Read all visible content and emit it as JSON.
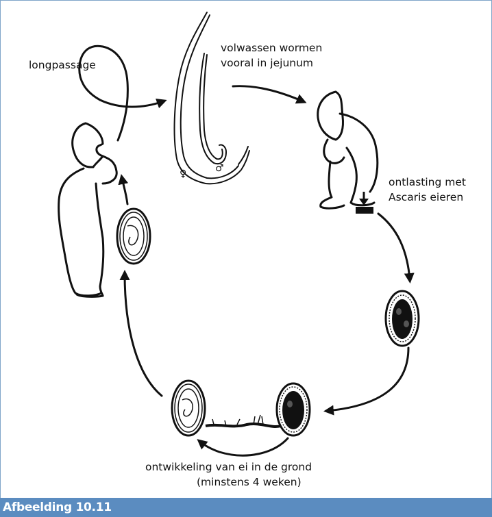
{
  "labels": {
    "lung_passage": "longpassage",
    "adult_worms_line1": "volwassen wormen",
    "adult_worms_line2": "vooral in jejunum",
    "female_symbol": "♀",
    "male_symbol": "♂",
    "stool_line1": "ontlasting met",
    "stool_line2": "Ascaris eieren",
    "development_line1": "ontwikkeling van ei in de grond",
    "development_line2": "(minstens 4 weken)"
  },
  "caption": {
    "text": "Afbeelding 10.11"
  },
  "colors": {
    "frame_border": "#7fa4c8",
    "caption_bar": "#5b8cc0",
    "caption_text": "#ffffff",
    "ink": "#111111"
  }
}
